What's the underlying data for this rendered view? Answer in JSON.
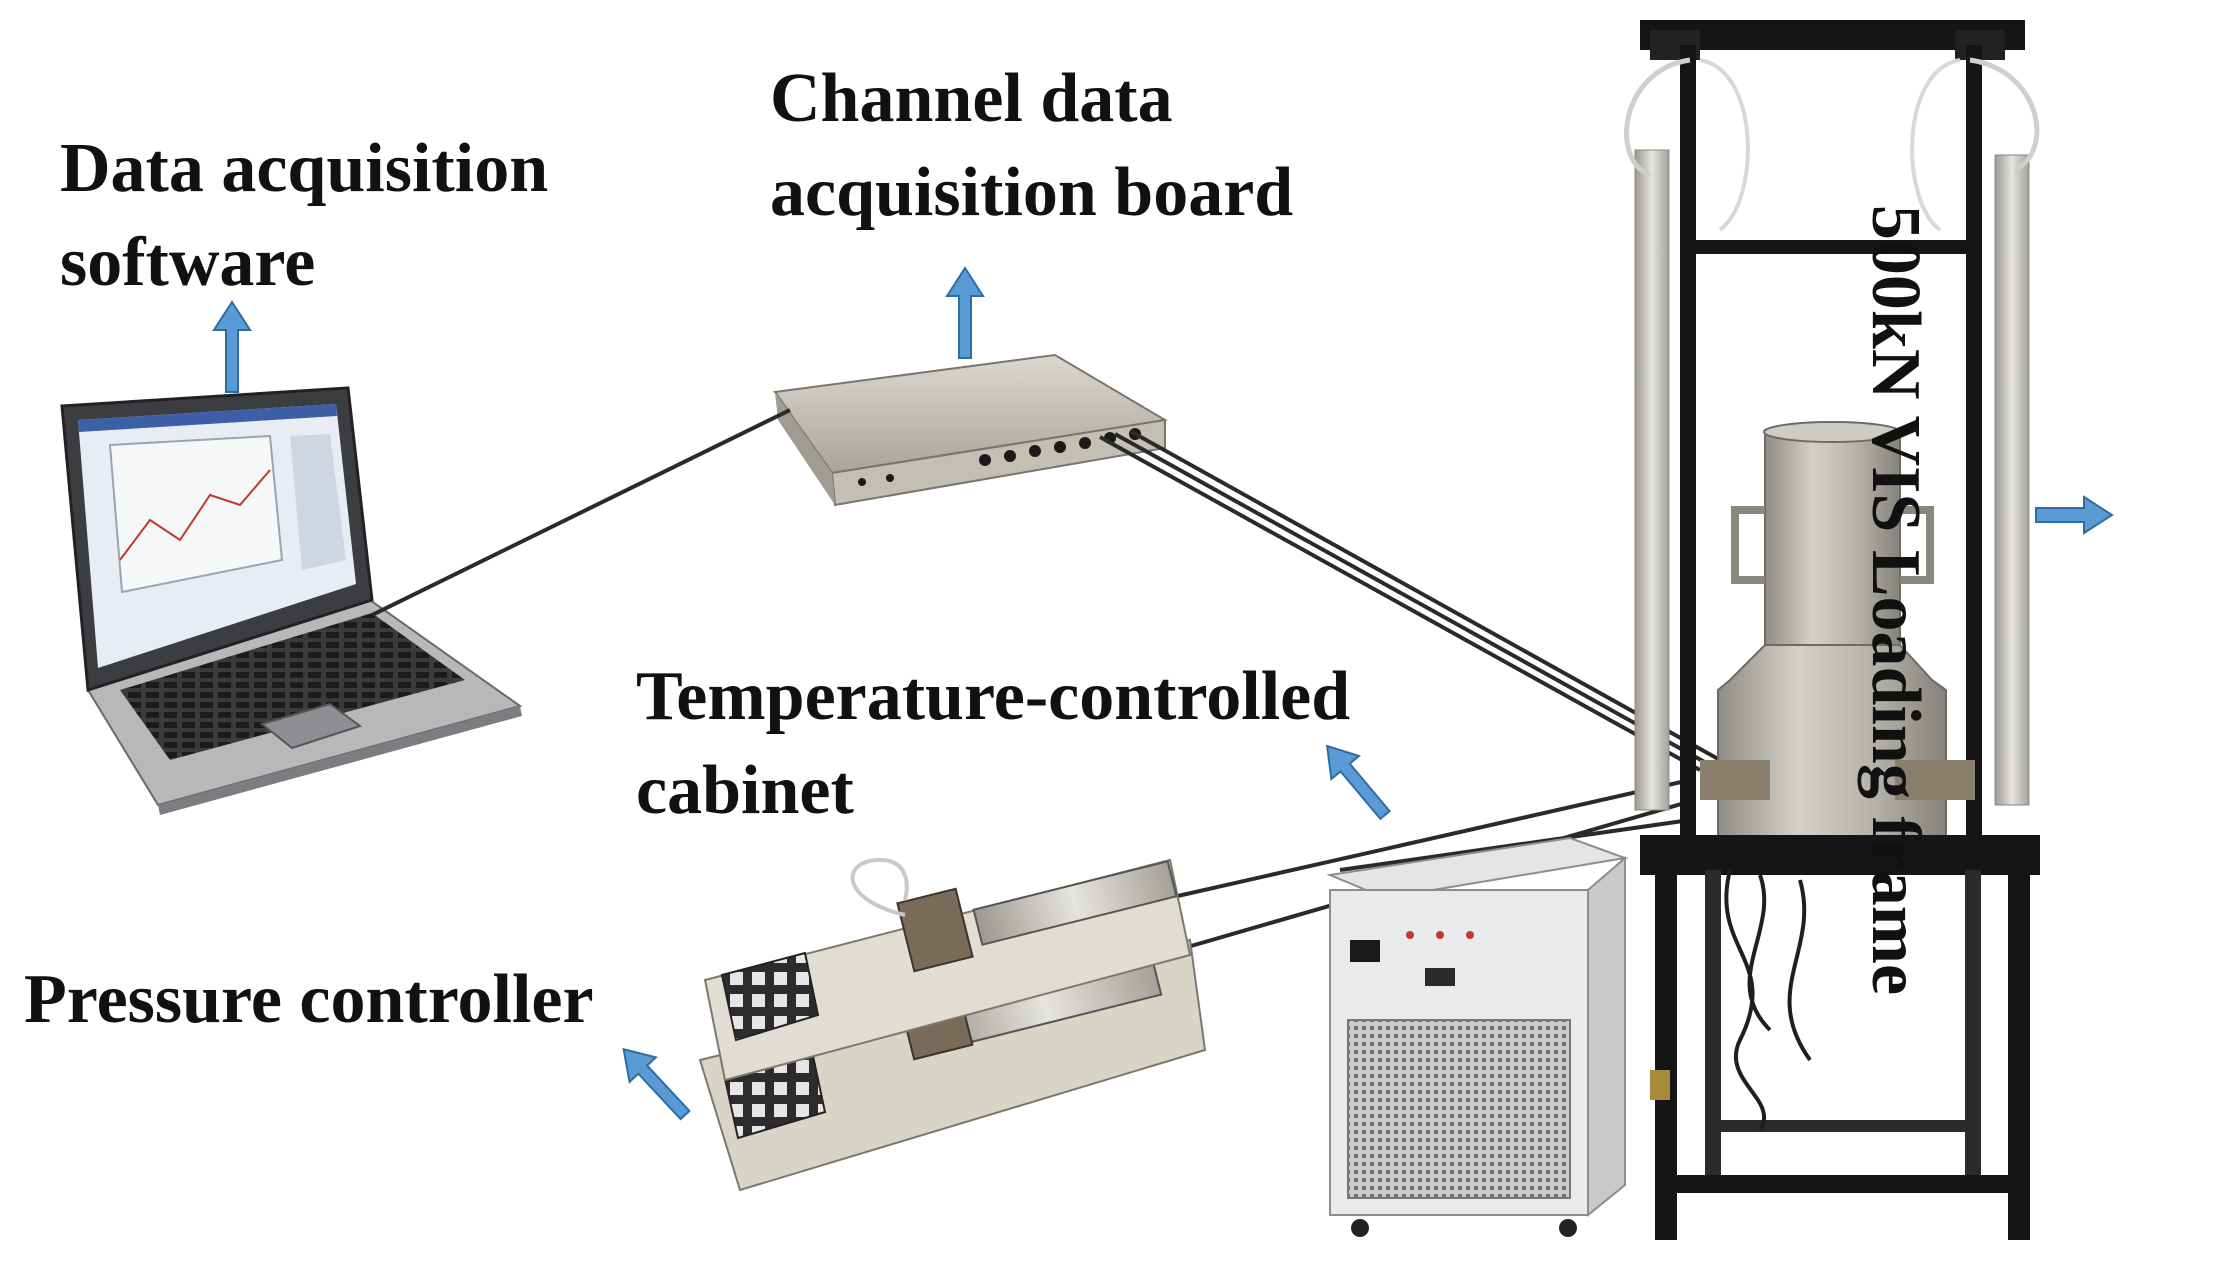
{
  "labels": {
    "daq_software": [
      "Data acquisition",
      "software"
    ],
    "channel_board": [
      "Channel data",
      "acquisition board"
    ],
    "temp_cabinet": [
      "Temperature-controlled",
      "cabinet"
    ],
    "pressure_controller": "Pressure controller",
    "loading_frame": "500kN VIS Loading frame"
  },
  "colors": {
    "arrow": "#5b9bd5",
    "arrow_outline": "#2e6da4",
    "text": "#111111",
    "frame": "#151515",
    "metal": "#b9b6ae",
    "cable": "#2a2a2a"
  }
}
